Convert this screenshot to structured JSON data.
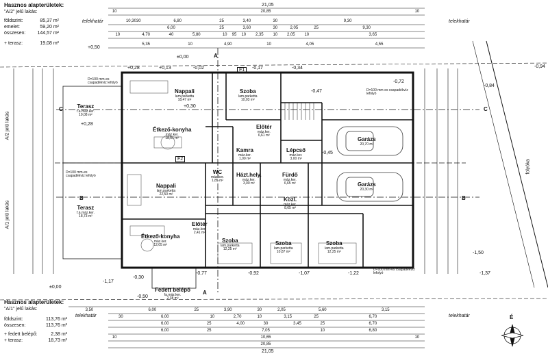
{
  "top_summary": {
    "heading": "Hasznos alapterületek:",
    "unit": "\"A/2\" jelű lakás:",
    "rows": [
      {
        "label": "földszint:",
        "value": "85,37 m²"
      },
      {
        "label": "emelet:",
        "value": "59,20 m²"
      },
      {
        "label": "összesen:",
        "value": "144,57 m²"
      },
      {
        "label": "+ terasz:",
        "value": "19,08 m²"
      }
    ]
  },
  "bottom_summary": {
    "heading": "Hasznos alapterületek:",
    "unit": "\"A/1\" jelű lakás:",
    "rows": [
      {
        "label": "földszint:",
        "value": "113,76 m²"
      },
      {
        "label": "összesen:",
        "value": "113,76 m²"
      },
      {
        "label": "+ fedett belépő:",
        "value": "2,38 m²"
      },
      {
        "label": "+ terasz:",
        "value": "18,73 m²"
      }
    ]
  },
  "top_dims": {
    "total": "21,05",
    "row2": [
      "10",
      "20,85",
      "10"
    ],
    "row3": [
      "10,3030",
      "6,80",
      "25",
      "3,40",
      "30",
      "9,30"
    ],
    "row4": [
      "6,00",
      "25",
      "3,60",
      "30",
      "2,05",
      "25",
      "9,30"
    ],
    "row5": [
      "10",
      "4,70",
      "40",
      "5,80",
      "10",
      "95",
      "10",
      "2,35",
      "10",
      "2,05",
      "10",
      "3,65"
    ],
    "row6": [
      "5,35",
      "10",
      "4,90",
      "10",
      "4,05",
      "4,55"
    ]
  },
  "bottom_dims": {
    "row1": [
      "3,50",
      "6,00",
      "25",
      "3,90",
      "30",
      "2,05",
      "5,60",
      "3,15"
    ],
    "row2": [
      "30",
      "6,00",
      "10",
      "2,70",
      "10",
      "3,15",
      "25",
      "6,70"
    ],
    "row3": [
      "6,00",
      "25",
      "4,00",
      "30",
      "3,45",
      "25",
      "6,70"
    ],
    "row4": [
      "6,00",
      "25",
      "7,05",
      "10",
      "6,80"
    ],
    "row5": [
      "10",
      "10,65",
      "10"
    ],
    "row6": [
      "20,85"
    ],
    "total": "21,05"
  },
  "labels": {
    "telekhatar": "telekhatár",
    "lakas_a2": "A/2 jelű lakás",
    "lakas_a1": "A/1 jelű lakás",
    "folyoka": "folyóka",
    "gutter": "D=100 mm-es csapadékvíz lefolyó"
  },
  "rooms": [
    {
      "name": "Nappali",
      "sub": "lam.parketta",
      "area": "18,47 m²"
    },
    {
      "name": "Szoba",
      "sub": "lam.parketta",
      "area": "10,03 m²"
    },
    {
      "name": "Terasz",
      "sub": "f.á.máz.ker.",
      "area": "19,08 m²"
    },
    {
      "name": "Étkező-konyha",
      "sub": "máz.ker.",
      "area": "18,51 m²"
    },
    {
      "name": "Előtér",
      "sub": "máz.ker.",
      "area": "6,61 m²"
    },
    {
      "name": "Kamra",
      "sub": "máz.ker.",
      "area": "1,00 m²"
    },
    {
      "name": "Lépcső",
      "sub": "máz.ker.",
      "area": "3,00 m²"
    },
    {
      "name": "Garázs",
      "sub": "",
      "area": "20,70 m²"
    },
    {
      "name": "WC",
      "sub": "máz.ker.",
      "area": "1,85 m²"
    },
    {
      "name": "Házt.hely.",
      "sub": "máz.ker.",
      "area": "3,00 m²"
    },
    {
      "name": "Fürdő",
      "sub": "máz.ker.",
      "area": "6,65 m²"
    },
    {
      "name": "Nappali",
      "sub": "lam.parketta",
      "area": "22,50 m²"
    },
    {
      "name": "Garázs",
      "sub": "",
      "area": "20,30 m²"
    },
    {
      "name": "Közl.",
      "sub": "máz.ker.",
      "area": "8,65 m²"
    },
    {
      "name": "Terasz",
      "sub": "f.á.máz.ker.",
      "area": "18,73 m²"
    },
    {
      "name": "Étkező-konyha",
      "sub": "máz.ker.",
      "area": "12,05 m²"
    },
    {
      "name": "Előtér",
      "sub": "máz.ker.",
      "area": "2,41 m²"
    },
    {
      "name": "Szoba",
      "sub": "lam.parketta",
      "area": "12,25 m²"
    },
    {
      "name": "Szoba",
      "sub": "lam.parketta",
      "area": "10,87 m²"
    },
    {
      "name": "Szoba",
      "sub": "lam.parketta",
      "area": "12,25 m²"
    },
    {
      "name": "Fedett belépő",
      "sub": "fa.máz.ker.",
      "area": "2,38 m²"
    }
  ],
  "levels": [
    "±0,00",
    "+0,30",
    "+0,28",
    "+0,13",
    "-0,02",
    "-0,17",
    "-0,34",
    "-0,47",
    "-0,72",
    "-0,84",
    "-0,94",
    "-0,45",
    "+0,50",
    "+0,28",
    "-0,30",
    "-0,77",
    "-0,92",
    "-1,07",
    "-1,22",
    "-0,50",
    "-1,50",
    "-1,37",
    "-1,17",
    "±0,00"
  ],
  "section_marks": [
    "A",
    "A",
    "B",
    "B",
    "C",
    "C",
    "F1",
    "F2"
  ],
  "compass": "É"
}
